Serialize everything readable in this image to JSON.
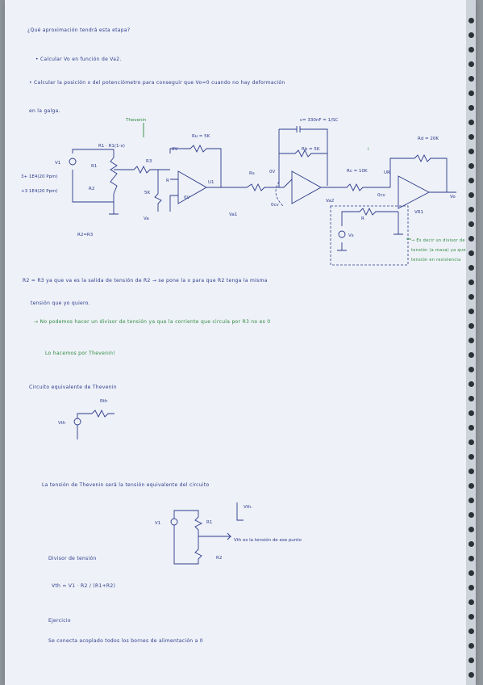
{
  "notes": {
    "l1": "¿Qué aproximación tendrá esta etapa?",
    "l2": "• Calcular Vo en función de Va2.",
    "l3": "• Calcular la posición x del potenciómetro para conseguir que Vo=0 cuando no hay deformación",
    "l4": "en la galga.",
    "l5": "R2 = R3    ya que va es la salida de tensión de R2 → se pone la x para que R2 tenga la misma",
    "l6": "tensión que yo quiero.",
    "l7": "→ No podemos hacer un divisor de tensión ya que la corriente que circula por R3 no es 0",
    "l8": "Lo hacemos por Thevenin!",
    "l9": "Circuito equivalente de Thevenin",
    "l10": "La tensión de Thevenin será la tensión equivalente del circuito",
    "l11": "Divisor de tensión",
    "l12": "Vth = V1 · R2 / (R1+R2)",
    "l13": "Ejercicio",
    "l14": "Se conecta acoplado todos los bornes de alimentación a 0"
  },
  "diagram": {
    "thevenin": "Thevenin",
    "r1": "R1 · R1(1-x)",
    "r1b": "R1",
    "r2": "R2",
    "v1": "V1",
    "t1": "3+ 1E4(20 Ppm)",
    "t2": "+3 1E4(20 Ppm)",
    "r3": "R3",
    "rx": "5K",
    "va": "Va",
    "rpot": "R2=R3",
    "ru": "Ru = 5K",
    "ov": "0V",
    "r": "R",
    "ucv": "0V",
    "u1": "U1",
    "va1": "Va1",
    "rs": "Rs",
    "cap": "c= 330nF = 1/SC",
    "rb": "Rb = 5K",
    "va2": "Va2",
    "ccv": "0cv",
    "rc": "Rc = 10K",
    "rd": "Rd = 20K",
    "ib": "i",
    "ur": "UR",
    "vth": "VR1",
    "vo": "Vo",
    "vs": "Vs",
    "rvs": "R",
    "note_green": "→ Es decir un divisor de tensión (a masa) ya que la tensión en resistencia"
  },
  "thev": {
    "rth": "Rth",
    "vth": "Vth"
  },
  "div": {
    "v1": "V1",
    "r1": "R1",
    "r2": "R2",
    "vth": "Vth.",
    "arrow": "Vth es la tensión de ese punto"
  }
}
